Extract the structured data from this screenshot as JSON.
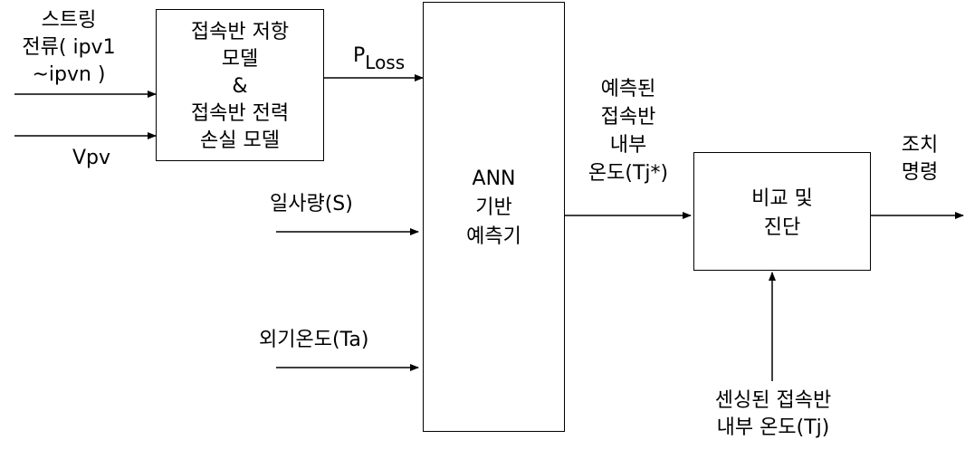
{
  "blocks": {
    "loss_model": {
      "line1": "접속반 저항",
      "line2": "모델",
      "line3": "&",
      "line4": "접속반 전력",
      "line5": "손실 모델"
    },
    "ann": {
      "line1": "ANN",
      "line2": "기반",
      "line3": "예측기"
    },
    "compare": {
      "line1": "비교 및",
      "line2": "진단"
    }
  },
  "inputs": {
    "string_current": {
      "line1": "스트링",
      "line2": "전류( ipv1",
      "line3": "~ipvn )"
    },
    "vpv": "Vpv",
    "irradiance": "일사량(S)",
    "ambient_temp": "외기온도(Ta)",
    "sensed_temp": {
      "line1": "센싱된 접속반",
      "line2": "내부 온도(Tj)"
    }
  },
  "signals": {
    "ploss": {
      "main": "P",
      "sub": "Loss"
    },
    "predicted_temp": {
      "line1": "예측된",
      "line2": "접속반",
      "line3": "내부",
      "line4": "온도(Tj*)"
    },
    "action_command": {
      "line1": "조치",
      "line2": "명령"
    }
  }
}
